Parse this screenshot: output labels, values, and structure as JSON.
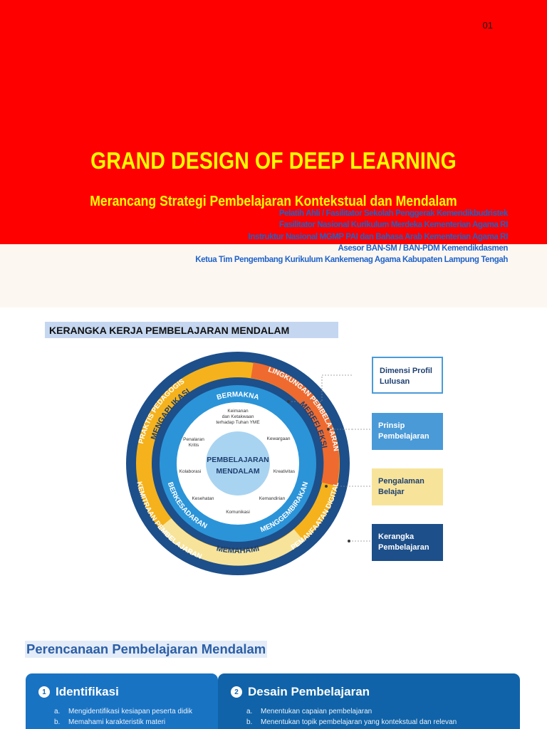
{
  "slide": {
    "page_number": "01"
  },
  "cover": {
    "title": "GRAND DESIGN OF DEEP LEARNING",
    "subtitle": "Merancang Strategi Pembelajaran Kontekstual dan Mendalam",
    "author_lines": [
      "Pelatih Ahli / Fasilitator Sekolah Penggerak Kemendikbudristek",
      "Fasilitator Nasional Kurikulum Merdeka Kementerian Agama RI",
      "Instruktur Nasional MGMP PAI dan Bahasa Arab Kementerian Agama RI",
      "Asesor BAN-SM / BAN-PDM  Kemendikdasmen",
      "Ketua Tim Pengembang Kurikulum Kankemenag Agama Kabupaten Lampung Tengah"
    ],
    "colors": {
      "red": "#fe0000",
      "title": "#ffff00",
      "author": "#1f63c9"
    }
  },
  "framework": {
    "heading": "KERANGKA KERJA PEMBELAJARAN MENDALAM",
    "wheel": {
      "outer_labels": [
        "PRAKTIS PEDAGOGIS",
        "LINGKUNGAN PEMBELAJARAN",
        "PEMANFAATAN DIGITAL",
        "KEMITRAAN PEMBELAJARAN"
      ],
      "arrow_labels": [
        "MENGAPLIKASI",
        "MEREFLEKSI",
        "MEMAHAMI"
      ],
      "inner_labels": [
        "BERMAKNA",
        "MENGGEMBIRAKAN",
        "BERKESADARAN"
      ],
      "dimensions": [
        "Keimanan",
        "dan Ketakwaan",
        "terhadap Tuhan YME",
        "Kewargaan",
        "Penalaran",
        "Kritis",
        "Kreativitas",
        "Kolaborasi",
        "Kemandirian",
        "Kesehatan",
        "Komunikasi"
      ],
      "center": [
        "PEMBELAJARAN",
        "MENDALAM"
      ]
    },
    "legend": [
      {
        "label": [
          "Dimensi Profil",
          "Lulusan"
        ],
        "style": "outline"
      },
      {
        "label": [
          "Prinsip",
          "Pembelajaran"
        ],
        "style": "blue"
      },
      {
        "label": [
          "Pengalaman",
          "Belajar"
        ],
        "style": "yellow"
      },
      {
        "label": [
          "Kerangka",
          "Pembelajaran"
        ],
        "style": "navy"
      }
    ]
  },
  "planning": {
    "title": "Perencanaan Pembelajaran Mendalam",
    "cards": [
      {
        "number": "1",
        "title": "Identifikasi",
        "items": [
          {
            "marker": "a.",
            "text": "Mengidentifikasi kesiapan peserta didik"
          },
          {
            "marker": "b.",
            "text": "Memahami karakteristik materi"
          }
        ]
      },
      {
        "number": "2",
        "title": "Desain Pembelajaran",
        "items": [
          {
            "marker": "a.",
            "text": "Menentukan capaian pembelajaran"
          },
          {
            "marker": "b.",
            "text": "Menentukan topik pembelajaran yang kontekstual dan relevan"
          }
        ]
      }
    ]
  }
}
